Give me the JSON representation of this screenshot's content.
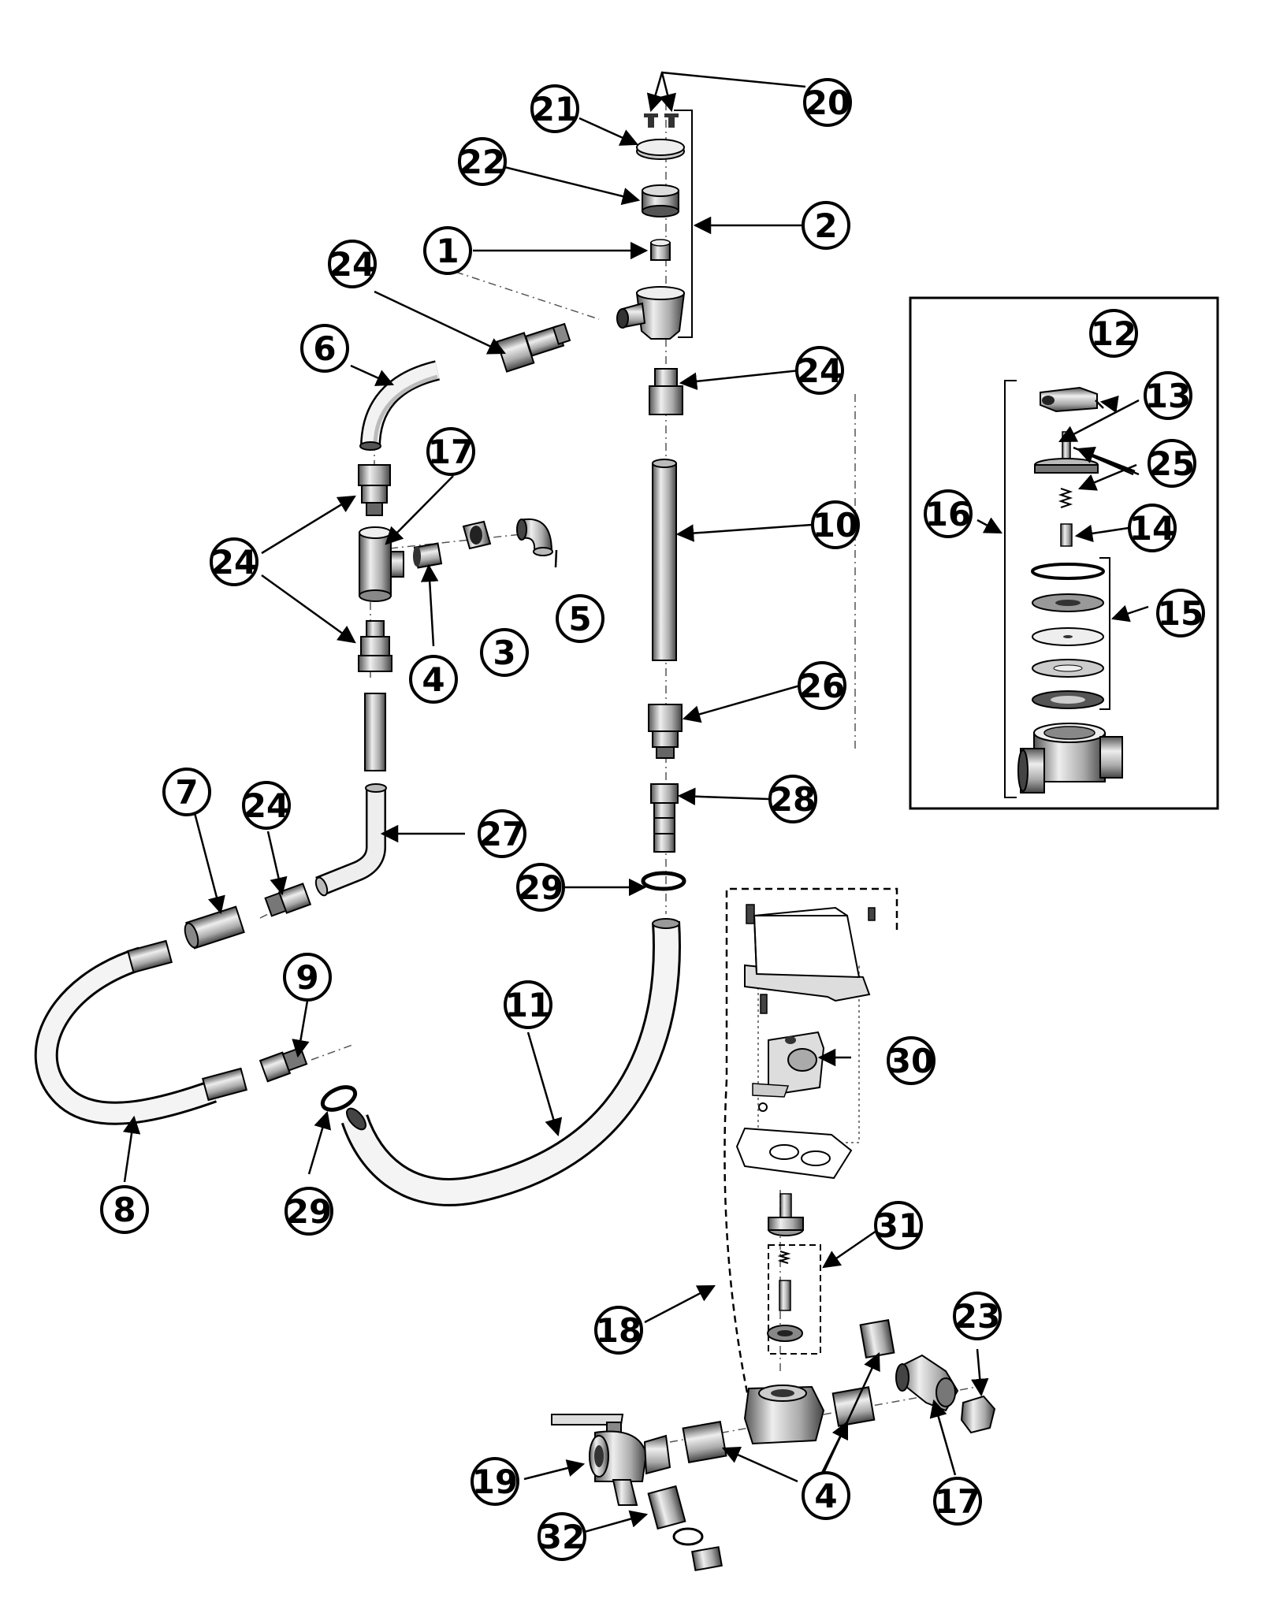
{
  "diagram": {
    "labels": [
      {
        "id": "c1",
        "text": "1"
      },
      {
        "id": "c2",
        "text": "2"
      },
      {
        "id": "c3",
        "text": "3"
      },
      {
        "id": "c4a",
        "text": "4"
      },
      {
        "id": "c4b",
        "text": "4"
      },
      {
        "id": "c5",
        "text": "5"
      },
      {
        "id": "c6",
        "text": "6"
      },
      {
        "id": "c7",
        "text": "7"
      },
      {
        "id": "c8",
        "text": "8"
      },
      {
        "id": "c9",
        "text": "9"
      },
      {
        "id": "c10",
        "text": "10"
      },
      {
        "id": "c11",
        "text": "11"
      },
      {
        "id": "c12",
        "text": "12"
      },
      {
        "id": "c13",
        "text": "13"
      },
      {
        "id": "c14",
        "text": "14"
      },
      {
        "id": "c15",
        "text": "15"
      },
      {
        "id": "c16",
        "text": "16"
      },
      {
        "id": "c17a",
        "text": "17"
      },
      {
        "id": "c17b",
        "text": "17"
      },
      {
        "id": "c18",
        "text": "18"
      },
      {
        "id": "c19",
        "text": "19"
      },
      {
        "id": "c20",
        "text": "20"
      },
      {
        "id": "c21",
        "text": "21"
      },
      {
        "id": "c22",
        "text": "22"
      },
      {
        "id": "c23",
        "text": "23"
      },
      {
        "id": "c24a",
        "text": "24"
      },
      {
        "id": "c24b",
        "text": "24"
      },
      {
        "id": "c24c",
        "text": "24"
      },
      {
        "id": "c24d",
        "text": "24"
      },
      {
        "id": "c25",
        "text": "25"
      },
      {
        "id": "c26",
        "text": "26"
      },
      {
        "id": "c27",
        "text": "27"
      },
      {
        "id": "c28",
        "text": "28"
      },
      {
        "id": "c29a",
        "text": "29"
      },
      {
        "id": "c29b",
        "text": "29"
      },
      {
        "id": "c30",
        "text": "30"
      },
      {
        "id": "c31",
        "text": "31"
      },
      {
        "id": "c32",
        "text": "32"
      }
    ],
    "colors": {
      "ink": "#000000",
      "paper": "#ffffff",
      "shade": "#9a9a9a",
      "light": "#d8d8d8"
    }
  }
}
